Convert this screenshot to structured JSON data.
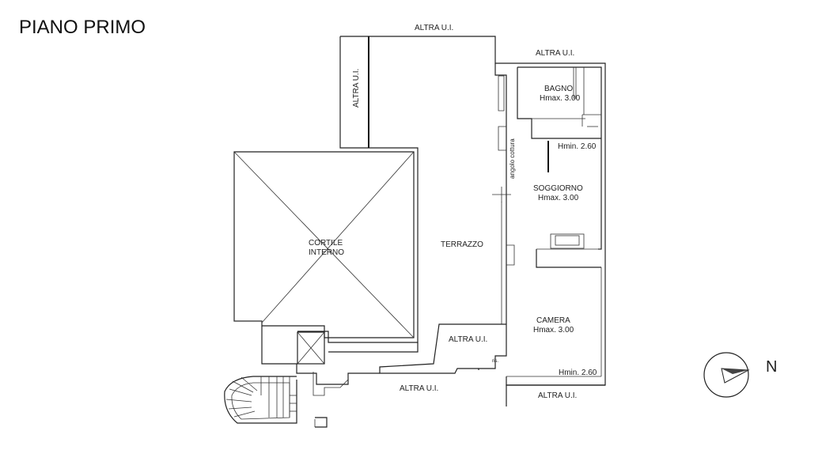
{
  "title": "PIANO PRIMO",
  "labels": {
    "altra_top": "ALTRA U.I.",
    "altra_top_right": "ALTRA U.I.",
    "altra_vertical": "ALTRA U.I.",
    "altra_middle": "ALTRA U.I.",
    "altra_bottom": "ALTRA U.I.",
    "altra_bottom_right": "ALTRA U.I.",
    "cortile_line1": "CORTILE",
    "cortile_line2": "INTERNO",
    "terrazzo": "TERRAZZO",
    "bagno": "BAGNO",
    "bagno_h": "Hmax. 3.00",
    "hmin_top": "Hmin. 2.60",
    "angolo_cottura": "angolo cottura",
    "soggiorno": "SOGGIORNO",
    "soggiorno_h": "Hmax. 3.00",
    "camera": "CAMERA",
    "camera_h": "Hmax. 3.00",
    "hmin_bottom": "Hmin. 2.60",
    "small_code": "ris.",
    "north": "N"
  },
  "icons": {
    "compass": "north-arrow-icon",
    "stairs": "staircase-icon"
  }
}
